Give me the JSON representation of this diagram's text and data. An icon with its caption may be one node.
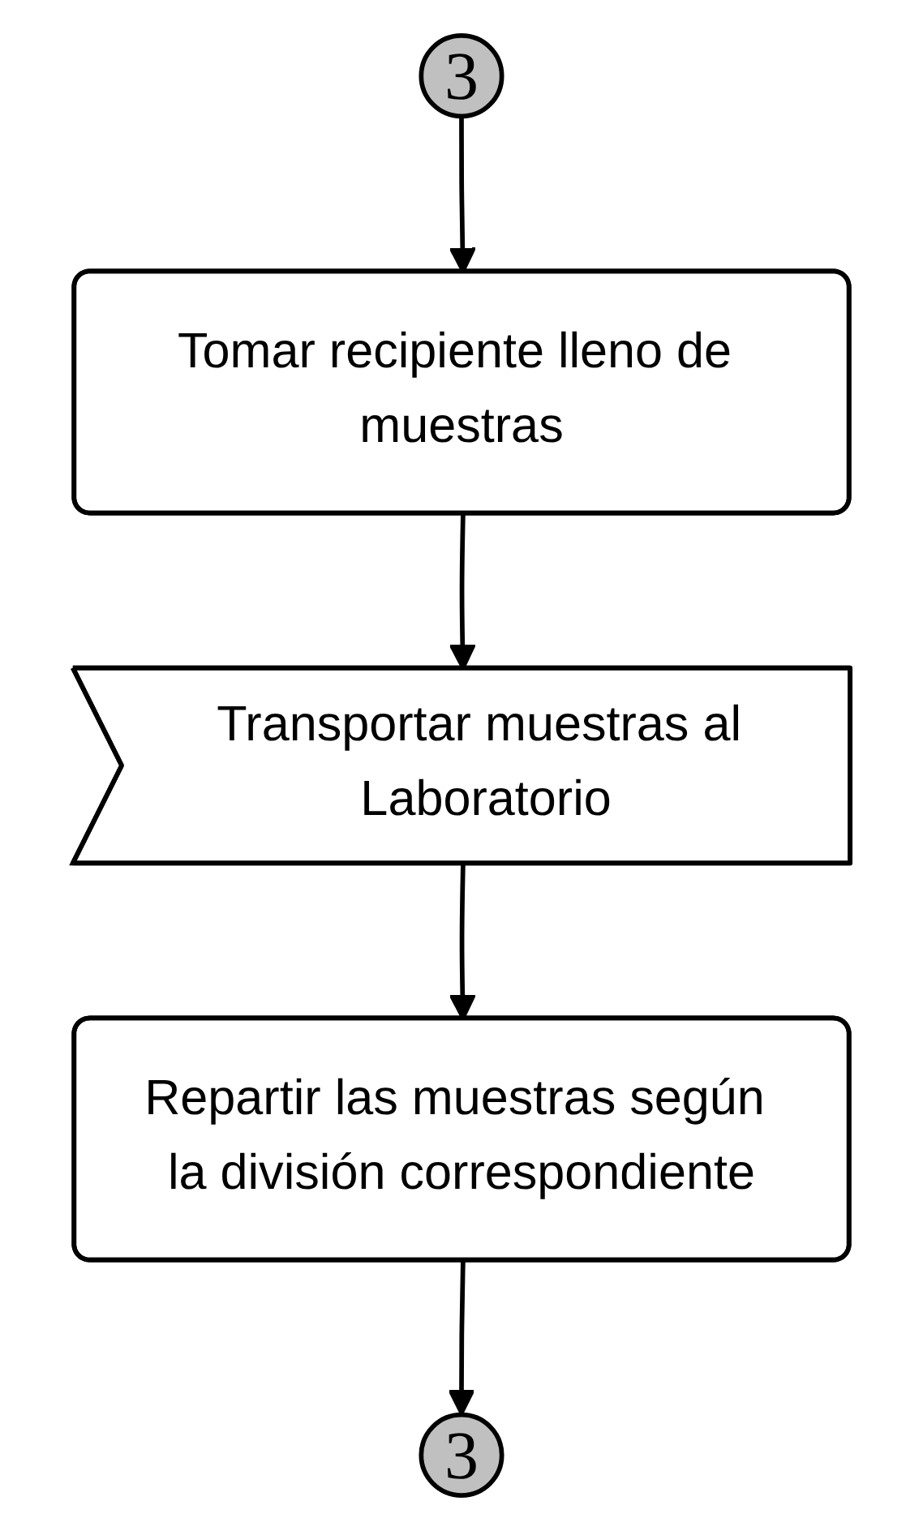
{
  "diagram": {
    "nodes": [
      {
        "text": [
          "3"
        ]
      },
      {
        "text": [
          "Tomar recipiente lleno de muestras"
        ]
      },
      {
        "text": [
          "Transportar muestras al Laboratorio"
        ]
      },
      {
        "text": [
          "Repartir las muestras según la división correspondiente"
        ]
      },
      {
        "text": [
          "3"
        ]
      }
    ],
    "edges": [
      {
        "from": 0,
        "to": 1,
        "arrow": "to"
      },
      {
        "from": 1,
        "to": 2,
        "arrow": "to"
      },
      {
        "from": 2,
        "to": 3,
        "arrow": "to"
      },
      {
        "from": 3,
        "to": 4,
        "arrow": "to"
      }
    ]
  }
}
